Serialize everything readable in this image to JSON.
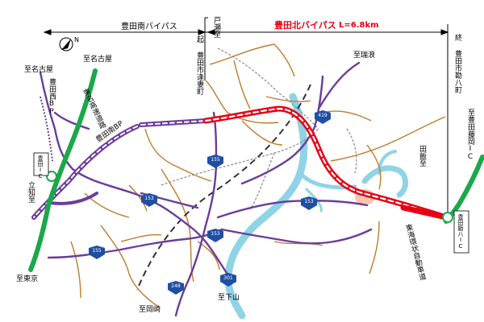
{
  "header": {
    "minami_bypass": "豊田南バイパス",
    "todo": "戸瀬至",
    "kita_bypass": "豊田北バイパス",
    "length": "L=6.8km"
  },
  "markers": {
    "start_label": "起",
    "start_place": "豊田市逢妻町",
    "end_label": "終",
    "end_place": "豊田市勘八町"
  },
  "places": {
    "to_nagoya_1": "至名古屋",
    "to_nagoya_2": "至名古屋",
    "to_mizunami": "至瑞浪",
    "to_tokyo": "至東京",
    "chiryu": "立知至",
    "to_okazaki": "至岡崎",
    "to_shimoyama": "至下山",
    "inabu": "田飯至",
    "to_toyota_fujioka": "至豊田藤岡IC",
    "toyota_ic": "豊田IC",
    "toyota_kanpachi_ic": "豊田勘八IC"
  },
  "roads": {
    "toyota_nishi_bp": "豊田西BP",
    "toyota_minami_bp": "豊田南BP",
    "tomei": "東名高速道路",
    "tokai_kanjo": "東海環状自動車道"
  },
  "shields": {
    "r419": "419",
    "r155a": "155",
    "r153a": "153",
    "r153b": "153",
    "r153c": "153",
    "r155b": "155",
    "r248": "248",
    "r301": "301"
  },
  "colors": {
    "expressway": "#1aa84a",
    "national_route": "#6a3d9a",
    "prefectural_road": "#c07a2b",
    "bypass_planned": "#e60012",
    "river": "#8fd3e6",
    "railway": "#333333"
  },
  "icons": {
    "north": "north-arrow-icon",
    "route_shield": "national-route-shield-icon",
    "interchange": "interchange-circle-icon"
  }
}
